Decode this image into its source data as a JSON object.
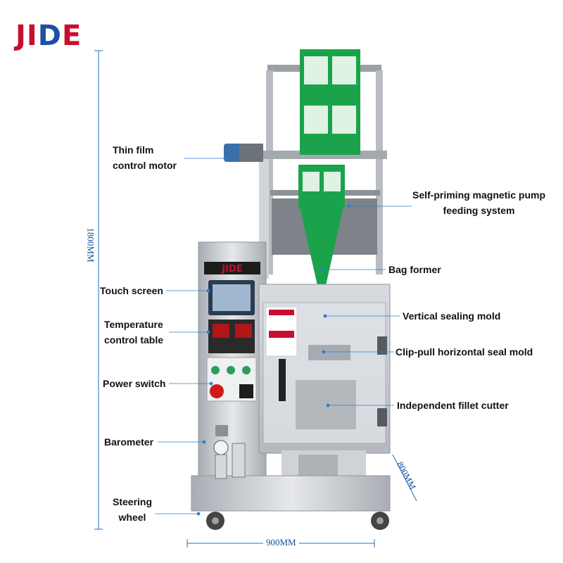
{
  "brand": {
    "logo_text": "JIDE",
    "panel_logo_text": "JIDE",
    "colors": {
      "red": "#c8102e",
      "blue": "#1e4fa3",
      "film": "#1aa34a",
      "steel": "#c9ccd1"
    }
  },
  "labels": {
    "thin_film_motor": [
      "Thin film",
      "control motor"
    ],
    "pump_feeding": [
      "Self-priming magnetic pump",
      "feeding system"
    ],
    "bag_former": "Bag former",
    "touch_screen": "Touch screen",
    "vertical_sealing": "Vertical sealing mold",
    "temperature_table": [
      "Temperature",
      "control table"
    ],
    "horizontal_seal": "Clip-pull horizontal seal mold",
    "power_switch": "Power switch",
    "fillet_cutter": "Independent fillet cutter",
    "barometer": "Barometer",
    "steering_wheel": [
      "Steering",
      "wheel"
    ]
  },
  "dimensions": {
    "height": "1800MM",
    "width": "900MM",
    "depth": "800MM"
  }
}
